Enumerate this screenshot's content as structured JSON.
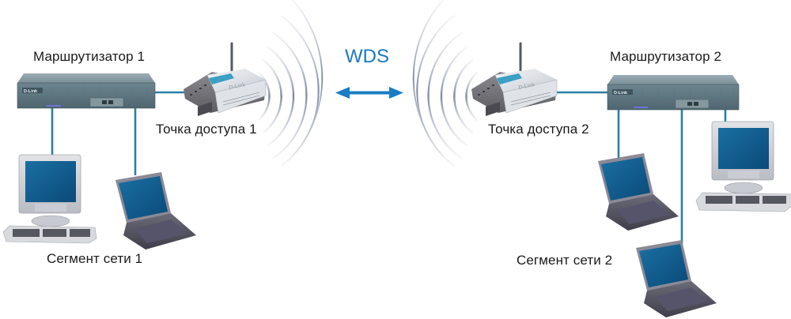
{
  "diagram": {
    "title": "WDS",
    "link_type": "bidirectional-wireless",
    "colors": {
      "cable": "#2b7fa6",
      "wds_text": "#1878bf",
      "wds_arrow": "#1a7cc4",
      "wave": "#9aa2b8",
      "router_body": "#5f7783",
      "screen": "#0f5c8e"
    },
    "nodes": {
      "router1": {
        "label": "Маршрутизатор 1",
        "brand": "D-Link",
        "type": "router"
      },
      "router2": {
        "label": "Маршрутизатор 2",
        "brand": "D-Link",
        "type": "router"
      },
      "ap1": {
        "label": "Точка доступа 1",
        "brand": "D-Link",
        "type": "access-point"
      },
      "ap2": {
        "label": "Точка доступа 2",
        "brand": "D-Link",
        "type": "access-point"
      },
      "segment1": {
        "label": "Сегмент сети 1",
        "devices": [
          "desktop",
          "laptop"
        ]
      },
      "segment2": {
        "label": "Сегмент сети 2",
        "devices": [
          "laptop",
          "laptop",
          "desktop"
        ]
      }
    },
    "edges": [
      {
        "from": "router1",
        "to": "ap1",
        "type": "cable"
      },
      {
        "from": "router1",
        "to": "desktop-1",
        "type": "cable"
      },
      {
        "from": "router1",
        "to": "laptop-1",
        "type": "cable"
      },
      {
        "from": "ap1",
        "to": "ap2",
        "type": "wireless",
        "label": "WDS"
      },
      {
        "from": "ap2",
        "to": "router2",
        "type": "cable"
      },
      {
        "from": "router2",
        "to": "laptop-2a",
        "type": "cable"
      },
      {
        "from": "router2",
        "to": "laptop-2b",
        "type": "cable"
      },
      {
        "from": "router2",
        "to": "desktop-2",
        "type": "cable"
      }
    ]
  }
}
